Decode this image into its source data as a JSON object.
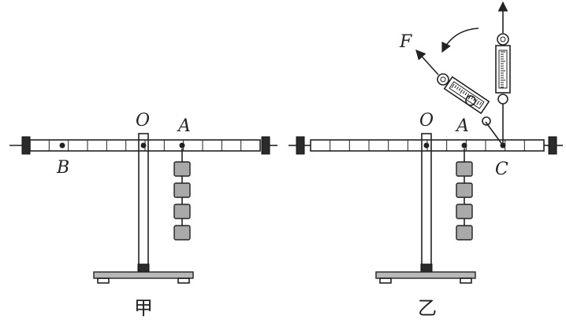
{
  "left_figure": {
    "caption": "甲",
    "labels": {
      "pivot": "O",
      "point_a": "A",
      "point_b": "B"
    },
    "weights_at_a": 4
  },
  "right_figure": {
    "caption": "乙",
    "labels": {
      "pivot": "O",
      "point_a": "A",
      "point_c": "C",
      "force": "F"
    },
    "weights_at_a": 4
  },
  "colors": {
    "ink": "#222222",
    "weight_fill": "#a9a9a9",
    "base_fill": "#b8b8b8"
  }
}
